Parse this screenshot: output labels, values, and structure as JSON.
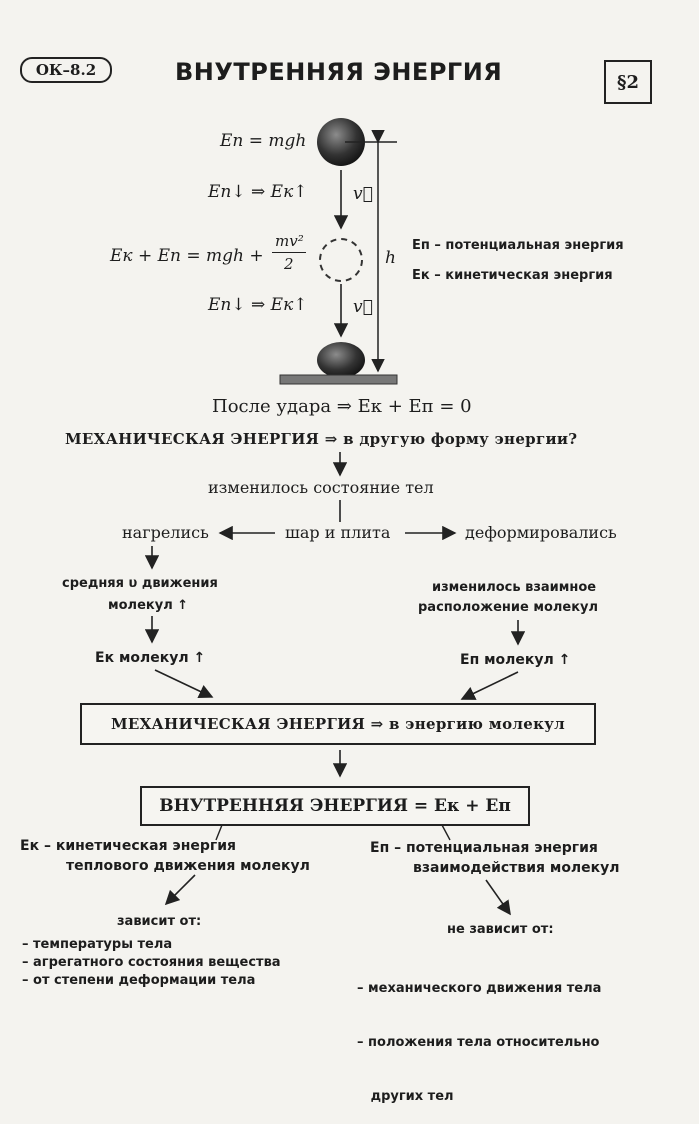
{
  "header": {
    "badge": "ОК–8.2",
    "title": "ВНУТРЕННЯЯ ЭНЕРГИЯ",
    "section": "§2"
  },
  "diagram": {
    "ep_formula": "Eп = mgh",
    "arrow_rel_1": "Eп↓ ⇒ Eк↑",
    "sum_left": "Eк + Eп = mgh +",
    "frac_num": "mv²",
    "frac_den": "2",
    "arrow_rel_2": "Eп↓ ⇒ Eк↑",
    "velocity": "v⃗",
    "height": "h",
    "legend_ep": "Eп – потенциальная энергия",
    "legend_ek": "Eк – кинетическая энергия"
  },
  "after_impact": "После удара  ⇒  Eк + Eп = 0",
  "question": "МЕХАНИЧЕСКАЯ ЭНЕРГИЯ ⇒ в другую форму энергии?",
  "state_changed": "изменилось состояние тел",
  "heated": "нагрелись",
  "ball_plate": "шар и плита",
  "deformed": "деформировались",
  "avg_speed_1": "средняя υ движения",
  "avg_speed_2": "молекул ↑",
  "arrangement_1": "изменилось взаимное",
  "arrangement_2": "расположение молекул",
  "ek_molecules": "Eк молекул ↑",
  "ep_molecules": "Eп молекул ↑",
  "box1": "МЕХАНИЧЕСКАЯ ЭНЕРГИЯ ⇒ в энергию молекул",
  "box2": "ВНУТРЕННЯЯ ЭНЕРГИЯ = Eк + Eп",
  "ek_def_1": "Eк – кинетическая энергия",
  "ek_def_2": "теплового движения молекул",
  "ep_def_1": "Eп – потенциальная энергия",
  "ep_def_2": "взаимодействия молекул",
  "depends": {
    "heading": "зависит от:",
    "items": [
      "– температуры тела",
      "– агрегатного состояния вещества",
      "– от степени деформации тела"
    ]
  },
  "not_depends": {
    "heading": "не зависит от:",
    "items": [
      "– механического движения тела",
      "– положения тела относительно",
      "   других тел"
    ]
  }
}
